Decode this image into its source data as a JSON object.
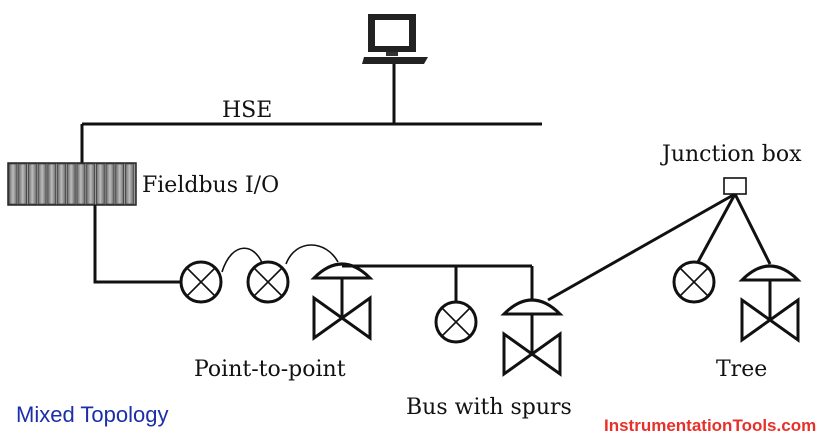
{
  "labels": {
    "hse": "HSE",
    "fieldbus_io": "Fieldbus I/O",
    "junction_box": "Junction box",
    "point_to_point": "Point-to-point",
    "bus_with_spurs": "Bus with spurs",
    "tree": "Tree"
  },
  "caption": {
    "title": "Mixed Topology",
    "title_color": "#1a2fa8",
    "watermark": "InstrumentationTools.com",
    "watermark_color": "#e8302a"
  },
  "icons": {
    "computer": "computer-icon",
    "fieldbus_io": "io-module-icon",
    "junction_box": "junction-box-icon",
    "transmitter": "transmitter-icon",
    "control_valve": "control-valve-icon"
  }
}
